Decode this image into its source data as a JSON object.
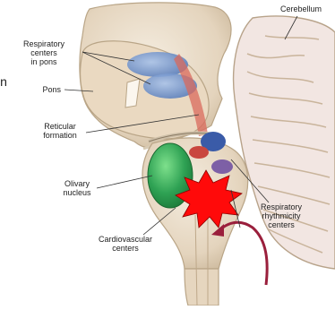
{
  "labels": {
    "cerebellum": "Cerebellum",
    "respiratory_centers_pons": "Respiratory\ncenters\nin pons",
    "pons": "Pons",
    "reticular_formation": "Reticular\nformation",
    "olivary_nucleus": "Olivary\nnucleus",
    "respiratory_rhythmicity": "Respiratory\nrhythmicity\ncenters",
    "cardiovascular": "Cardiovascular\ncenters",
    "cut_letter": "n"
  },
  "colors": {
    "tissue": "#e9dcc8",
    "tissue_shade": "#cdbba0",
    "respiratory_blue": "#6e93c9",
    "olivary_green": "#3aa860",
    "reticular_red": "#c9473f",
    "star_red": "#ff0a0a",
    "arrow": "#9a1f3c",
    "cerebellum_stroke": "#b8a38a"
  }
}
